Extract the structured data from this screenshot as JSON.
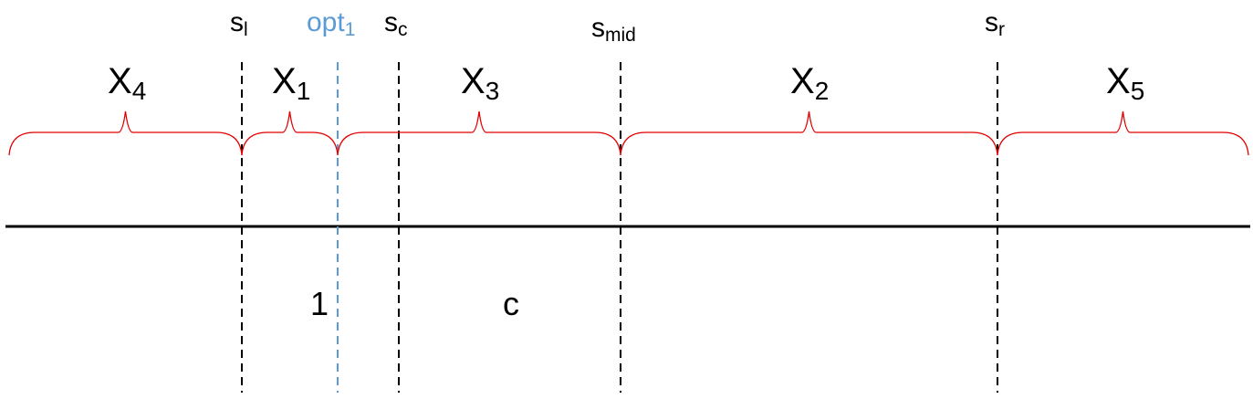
{
  "colors": {
    "axis": "#000000",
    "boundary": "#000000",
    "opt": "#5b9bd5",
    "brace": "#e00000",
    "text": "#000000"
  },
  "boundaries": [
    {
      "id": "s_l",
      "base": "s",
      "sub": "l",
      "style": "black"
    },
    {
      "id": "opt1",
      "base": "opt",
      "sub": "1",
      "style": "opt"
    },
    {
      "id": "s_c",
      "base": "s",
      "sub": "c",
      "style": "black"
    },
    {
      "id": "s_mid",
      "base": "s",
      "sub": "mid",
      "style": "black"
    },
    {
      "id": "s_r",
      "base": "s",
      "sub": "r",
      "style": "black"
    }
  ],
  "intervals": [
    {
      "id": "X4",
      "base": "X",
      "sub": "4"
    },
    {
      "id": "X1",
      "base": "X",
      "sub": "1"
    },
    {
      "id": "X3",
      "base": "X",
      "sub": "3"
    },
    {
      "id": "X2",
      "base": "X",
      "sub": "2"
    },
    {
      "id": "X5",
      "base": "X",
      "sub": "5"
    }
  ],
  "bottom_labels": [
    {
      "id": "one",
      "text": "1"
    },
    {
      "id": "c",
      "text": "c"
    }
  ]
}
